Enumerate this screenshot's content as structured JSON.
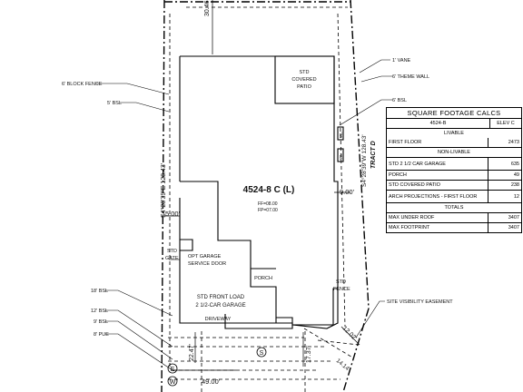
{
  "plan": {
    "dims": {
      "top": "30.46",
      "side_bearing_left": "S4°28'39\"E  128.43'",
      "side_bearing_right": "S4°28'39\"W 128.43'",
      "tract": "TRACT D",
      "interior_right": "9.00'",
      "interior_left": "5.00'",
      "bottom_width": "49.00'",
      "bottom_left": "22.47'",
      "bottom_mid": "17.37'",
      "corner_a": "12.02'",
      "corner_b": "14.14'"
    },
    "leaders": {
      "block_fence": "6' BLOCK FENCE",
      "setback_5": "5' BSL",
      "vane": "1' VANE",
      "theme_wall": "6' THEME WALL",
      "setback_6": "6' BSL",
      "setback_18": "18' BSL",
      "setback_12": "12' BSL",
      "setback_9": "9' BSL",
      "pue_8": "8' PUE",
      "sight_easement": "SITE VISIBILITY EASEMENT"
    },
    "rooms": {
      "covered_patio_1": "STD",
      "covered_patio_2": "COVERED",
      "covered_patio_3": "PATIO",
      "plan_name": "4524-8 C (L)",
      "ff_1": "FF=08.00",
      "ff_2": "FP=07.00",
      "garage_door_1": "OPT GARAGE",
      "garage_door_2": "SERVICE DOOR",
      "std_gate_1": "STD",
      "std_gate_2": "GATE",
      "porch": "PORCH",
      "garage_1": "STD FRONT LOAD",
      "garage_2": "2 1/2-CAR GARAGE",
      "driveway": "DRIVEWAY",
      "std_fence_1": "STD",
      "std_fence_2": "FENCE",
      "circle_e": "E",
      "circle_w": "W",
      "circle_s": "S",
      "wall_tag_1": "WL",
      "wall_tag_2": "WL"
    }
  },
  "calcs": {
    "title": "SQUARE FOOTAGE CALCS",
    "plan": "4524-B",
    "elev": "ELEV C",
    "livable_label": "LIVABLE",
    "livable": [
      {
        "label": "FIRST FLOOR",
        "value": "2473"
      }
    ],
    "non_livable_label": "NON-LIVABLE",
    "non_livable": [
      {
        "label": "STD 2 1/2 CAR GARAGE",
        "value": "635"
      },
      {
        "label": "PORCH",
        "value": "49"
      },
      {
        "label": "STD COVERED PATIO",
        "value": "238"
      },
      {
        "label": "ARCH PROJECTIONS - FIRST FLOOR",
        "value": "12"
      }
    ],
    "totals_label": "TOTALS",
    "totals": [
      {
        "label": "MAX UNDER ROOF",
        "value": "3407"
      },
      {
        "label": "MAX FOOTPRINT",
        "value": "3407"
      }
    ]
  }
}
